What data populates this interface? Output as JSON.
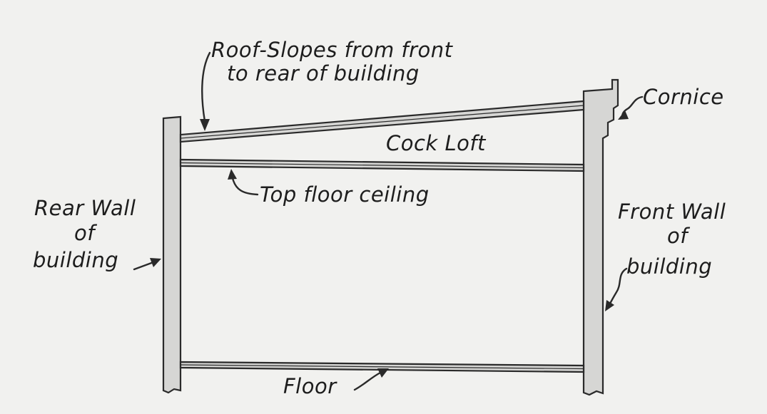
{
  "labels": {
    "roof_line1": "Roof-Slopes from front",
    "roof_line2": "to rear of building",
    "cornice": "Cornice",
    "cock_loft": "Cock Loft",
    "top_floor_ceiling": "Top floor ceiling",
    "rear_wall_line1": "Rear Wall",
    "rear_wall_line2": "of",
    "rear_wall_line3": "building",
    "front_wall_line1": "Front Wall",
    "front_wall_line2": "of",
    "front_wall_line3": "building",
    "floor": "Floor"
  }
}
